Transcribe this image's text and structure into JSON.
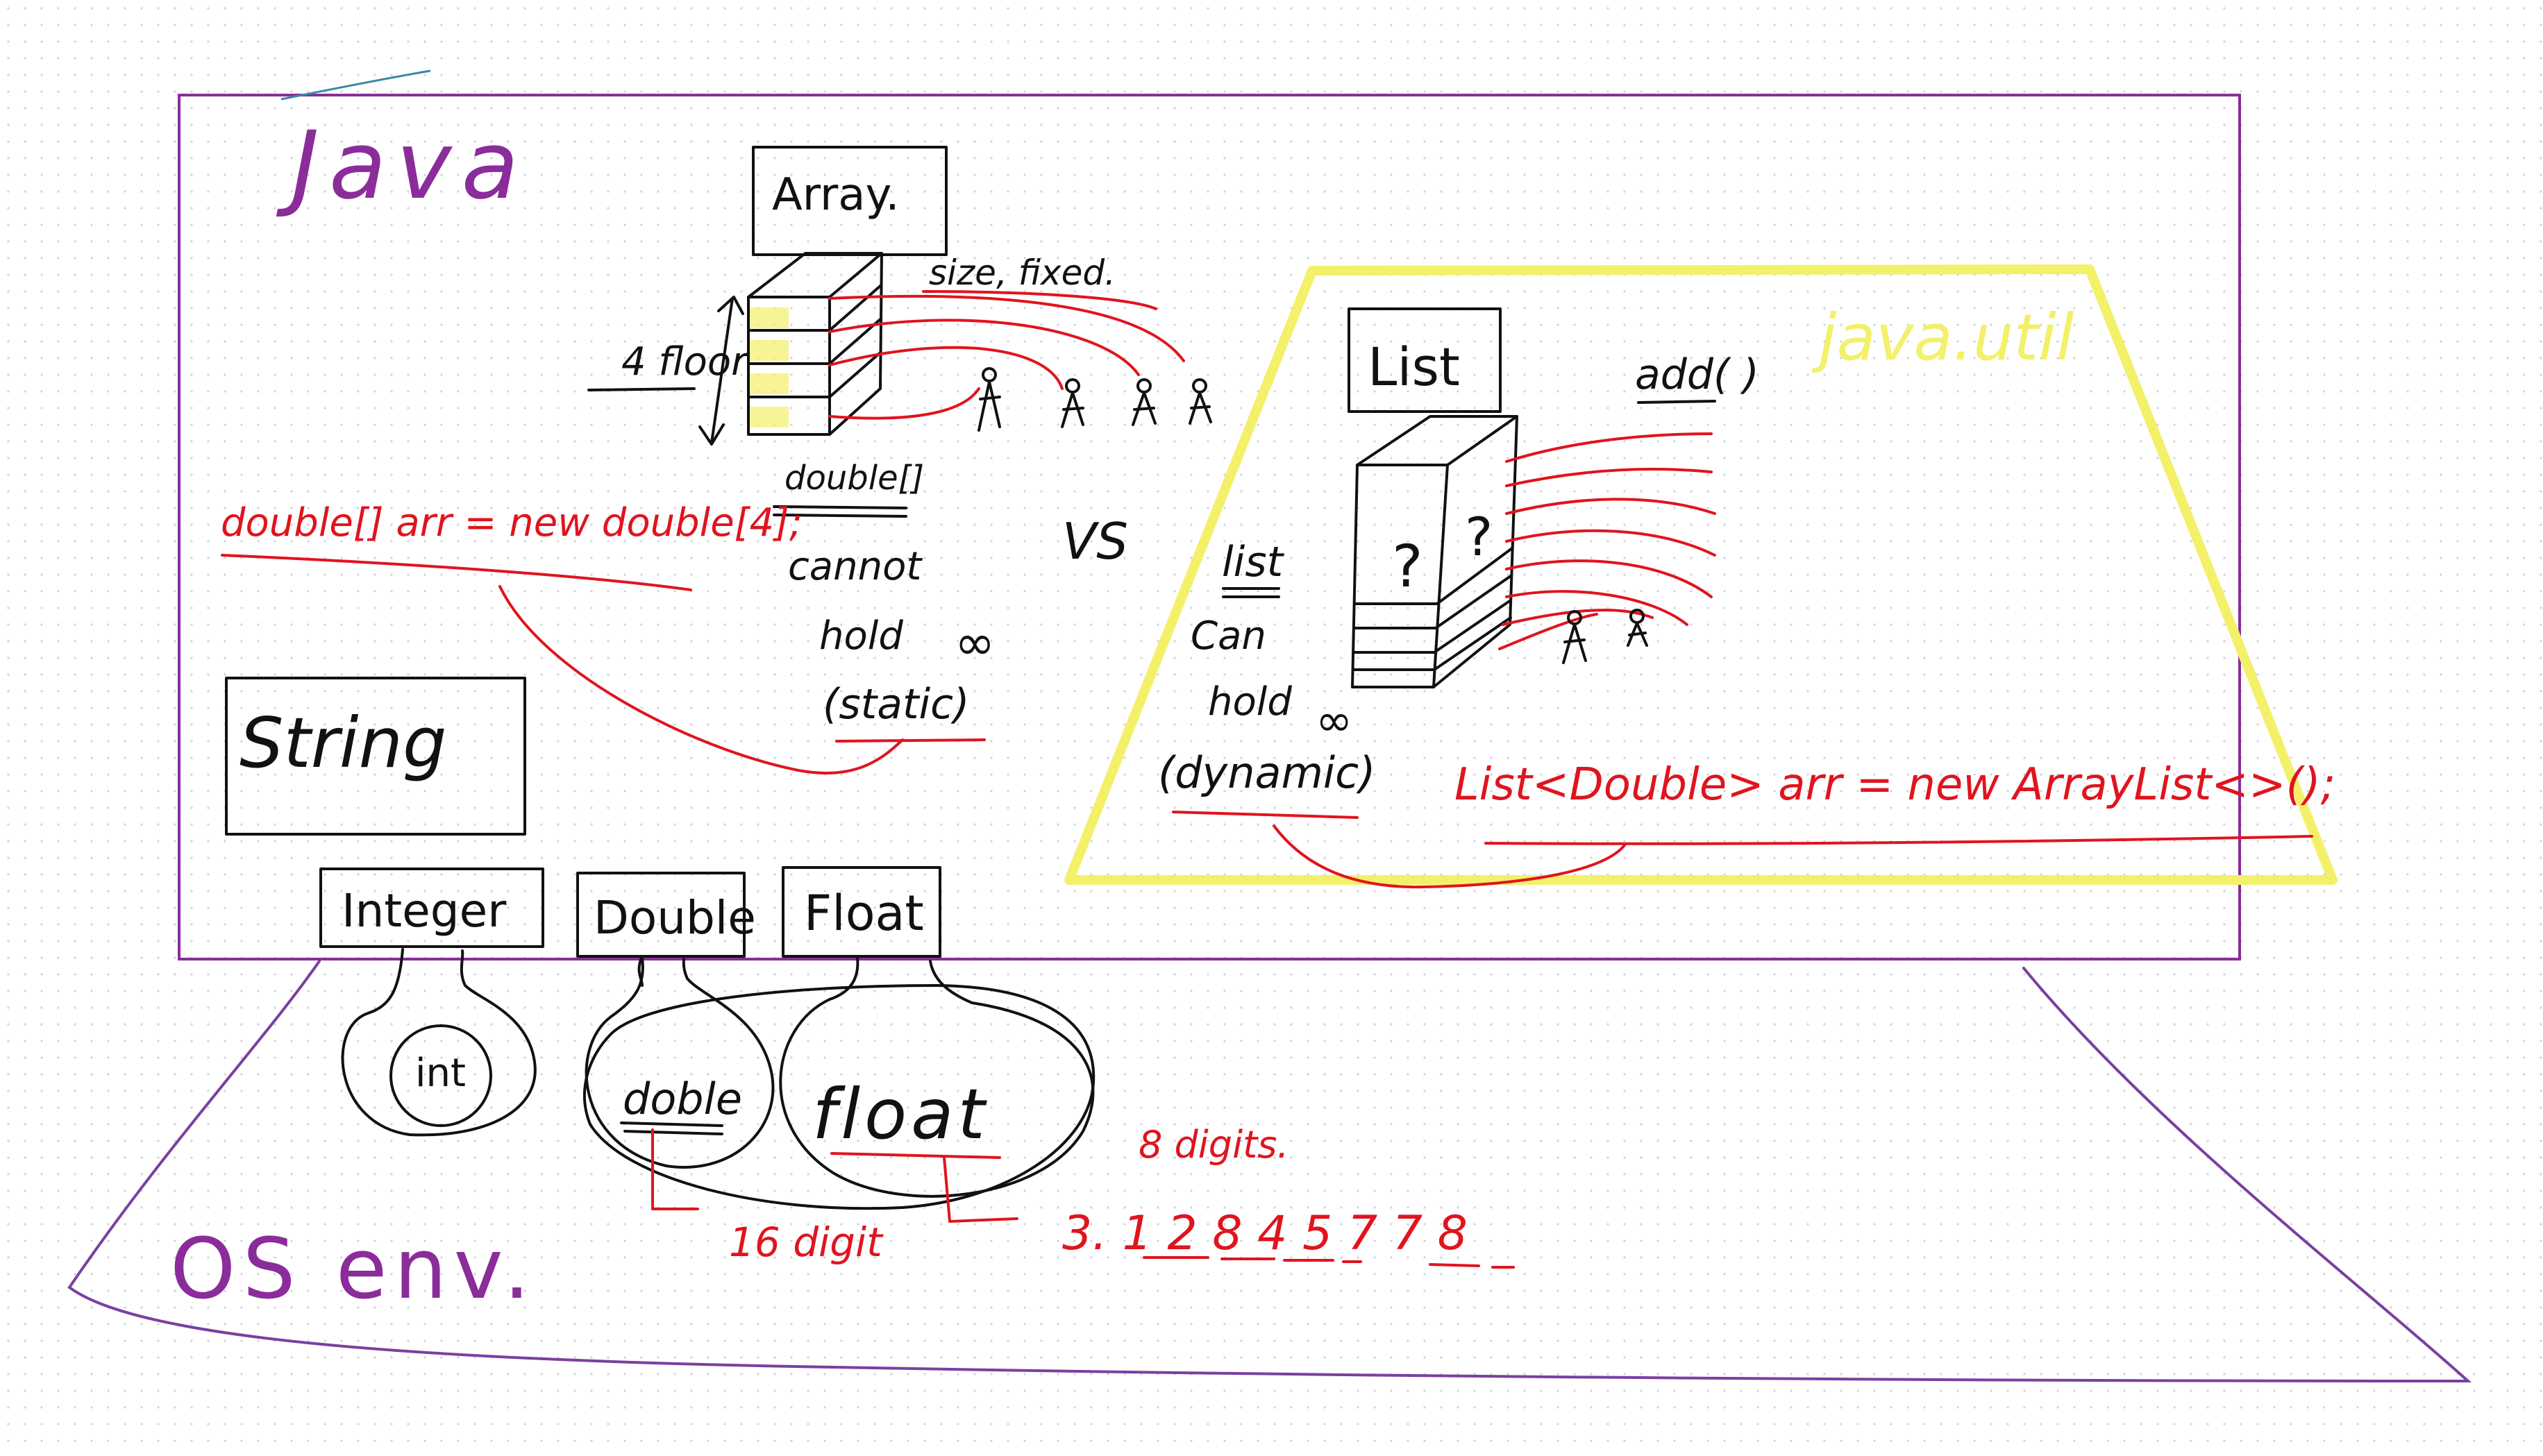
{
  "java": {
    "title": "Java",
    "frame_color": "#8a2c9a"
  },
  "array": {
    "box_label": "Array.",
    "size_note": "size, fixed.",
    "floor_note": "4 floor",
    "type_label": "double[]",
    "cannot": "cannot",
    "hold": "hold",
    "infinity": "∞",
    "static": "(static)",
    "code": "double[] arr = new double[4];"
  },
  "versus": "VS",
  "java_util": {
    "label": "java.util",
    "list_box": "List",
    "unknown": "?",
    "add": "add( )",
    "list_word": "list",
    "can": "Can",
    "hold": "hold",
    "infinity": "∞",
    "dynamic": "(dynamic)",
    "code": "List<Double> arr = new ArrayList<>();",
    "highlight_color": "#f3f06a"
  },
  "wrappers": {
    "string": "String",
    "integer": "Integer",
    "double": "Double",
    "float": "Float"
  },
  "primitives": {
    "int": "int",
    "double": "doble",
    "float": "float"
  },
  "precision": {
    "double_digits": "16 digit",
    "float_digits": "8 digits.",
    "sample_number": "3. 1 2 8 4 5 7 7 8"
  },
  "os": {
    "label": "OS env."
  },
  "colors": {
    "ink": "#111111",
    "annotation": "#e0141e",
    "frame": "#8a2c9a",
    "highlight": "#f3f06a"
  }
}
